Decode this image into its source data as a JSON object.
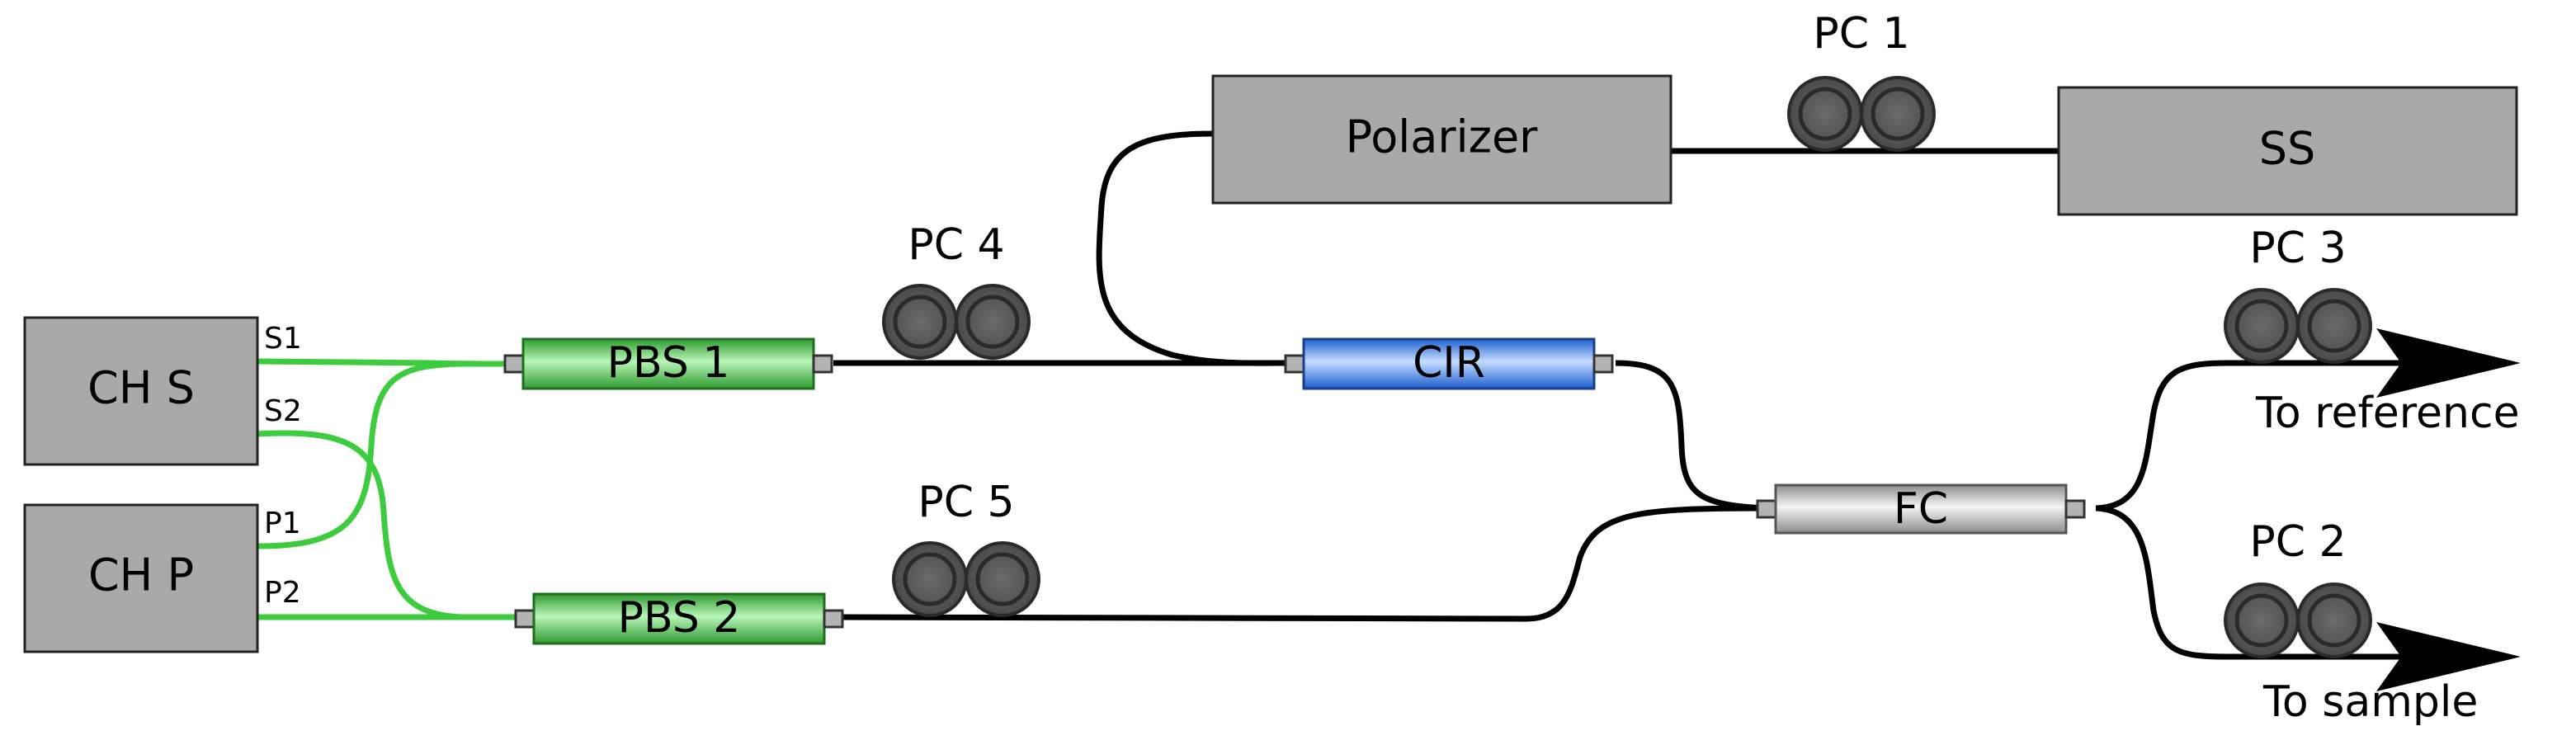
{
  "boxes": {
    "ch_s": "CH S",
    "ch_p": "CH P",
    "polarizer": "Polarizer",
    "ss": "SS"
  },
  "ports": {
    "s1": "S1",
    "s2": "S2",
    "p1": "P1",
    "p2": "P2"
  },
  "components": {
    "pbs1": "PBS 1",
    "pbs2": "PBS 2",
    "cir": "CIR",
    "fc": "FC"
  },
  "controllers": {
    "pc1": "PC 1",
    "pc2": "PC 2",
    "pc3": "PC 3",
    "pc4": "PC 4",
    "pc5": "PC 5"
  },
  "outputs": {
    "reference": "To reference",
    "sample": "To sample"
  },
  "colors": {
    "box_fill": "#a9a9a9",
    "pbs_green": "#3cb043",
    "cir_blue": "#3a7be0",
    "fc_gray": "#c8c8c8",
    "fiber_green": "#3dcc3d",
    "fiber_black": "#000000",
    "pc_fill": "#555555"
  }
}
